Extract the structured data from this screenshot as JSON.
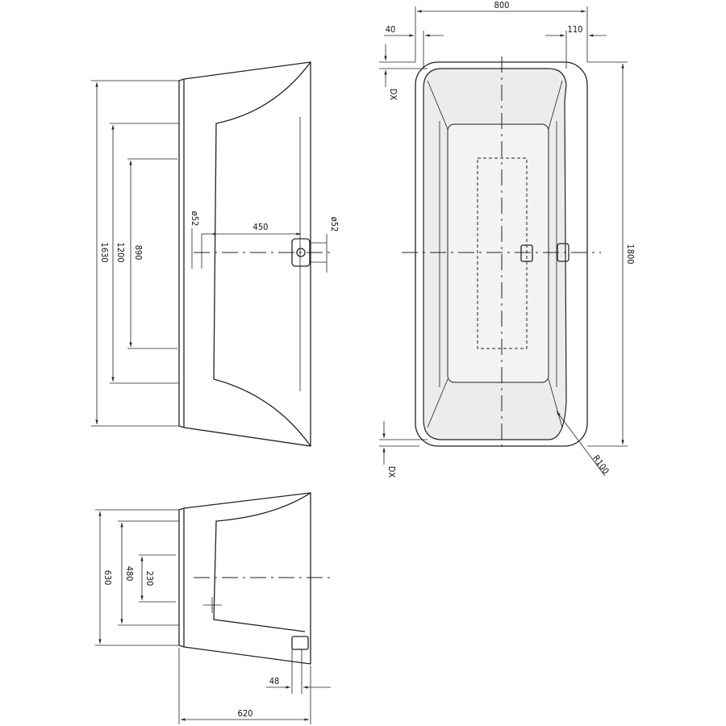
{
  "drawing": {
    "plan_view": {
      "width": "800",
      "rim_left": "40",
      "rim_right": "110",
      "top_offset": "DX",
      "bottom_offset": "DX",
      "length": "1800",
      "radius": "R100"
    },
    "side_view": {
      "overall_length": "1630",
      "mid_length": "1200",
      "base_length": "890",
      "overflow_dia": "ø52",
      "drain_dia": "ø52",
      "drain_offset": "450"
    },
    "end_view": {
      "overall_height": "630",
      "mid_height": "480",
      "base_height": "230",
      "drain_height": "48",
      "depth": "620"
    }
  }
}
